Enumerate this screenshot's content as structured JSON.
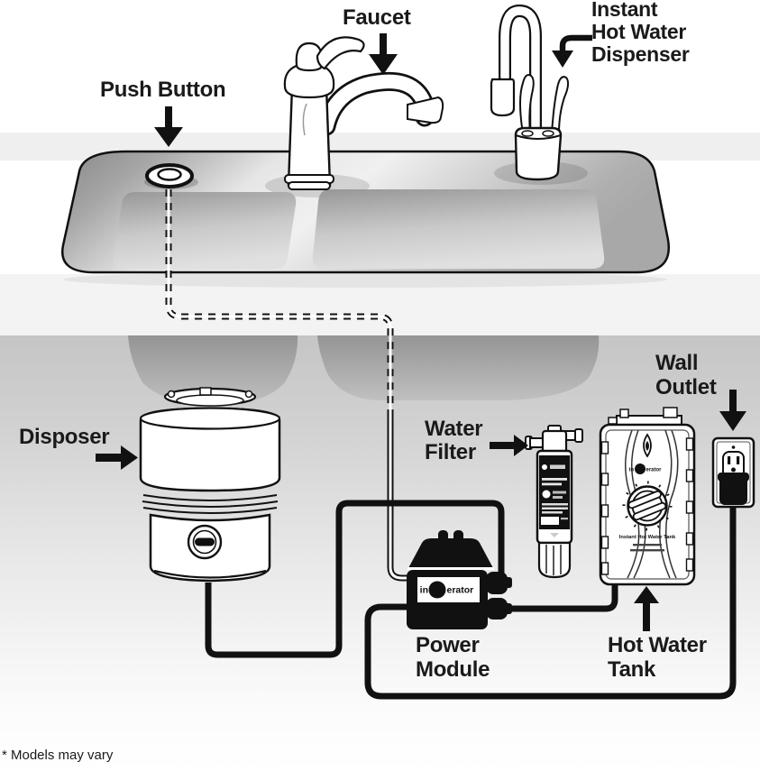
{
  "labels": {
    "faucet": "Faucet",
    "instant_hot_water_dispenser": "Instant\nHot Water\nDispenser",
    "push_button": "Push Button",
    "disposer": "Disposer",
    "water_filter": "Water\nFilter",
    "wall_outlet": "Wall\nOutlet",
    "power_module": "Power\nModule",
    "hot_water_tank": "Hot Water\nTank",
    "footnote": "* Models may vary"
  },
  "brand": {
    "word": "insinkerator",
    "pre": "in",
    "mid": "sink",
    "post": "erator"
  },
  "device_text": {
    "tank_title": "Instant Hot Water Tank"
  },
  "colors": {
    "ink": "#1a1a1a",
    "outline": "#111111",
    "wall": "#c5c5c5",
    "steel_dark": "#8c8c8c",
    "steel_light": "#efefef"
  }
}
